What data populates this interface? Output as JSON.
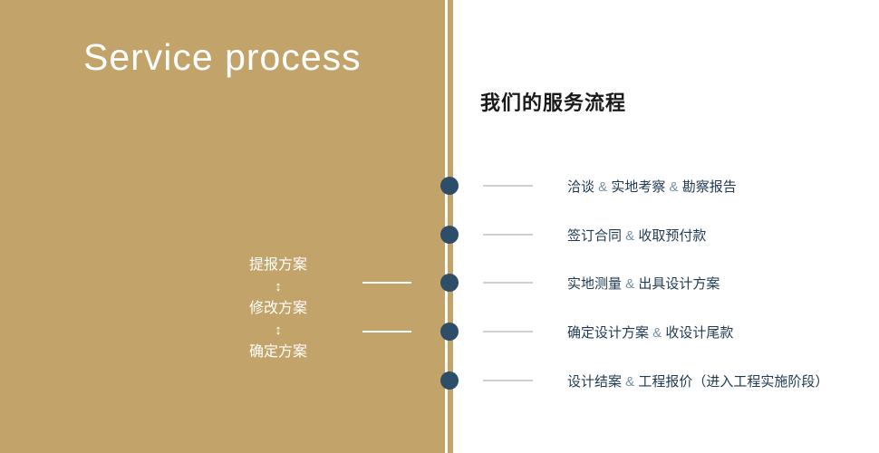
{
  "left_panel": {
    "title": "Service process",
    "steps": [
      {
        "label": "提报方案"
      },
      {
        "label": "修改方案"
      },
      {
        "label": "确定方案"
      }
    ],
    "arrow_glyph": "↕"
  },
  "right_panel": {
    "heading": "我们的服务流程",
    "flow_items": [
      {
        "text": "洽谈 & 实地考察 & 勘察报告"
      },
      {
        "text": "签订合同 & 收取预付款"
      },
      {
        "text": "实地测量 & 出具设计方案"
      },
      {
        "text": "确定设计方案 & 收设计尾款"
      },
      {
        "text": "设计结案 & 工程报价（进入工程实施阶段）"
      }
    ]
  },
  "colors": {
    "gold": "#c2a369",
    "dot_navy": "#2e4d68",
    "text_dark": "#1f3a52",
    "ampersand_blue": "#7590a6",
    "line_gray": "#d0d0d0",
    "white": "#ffffff"
  }
}
